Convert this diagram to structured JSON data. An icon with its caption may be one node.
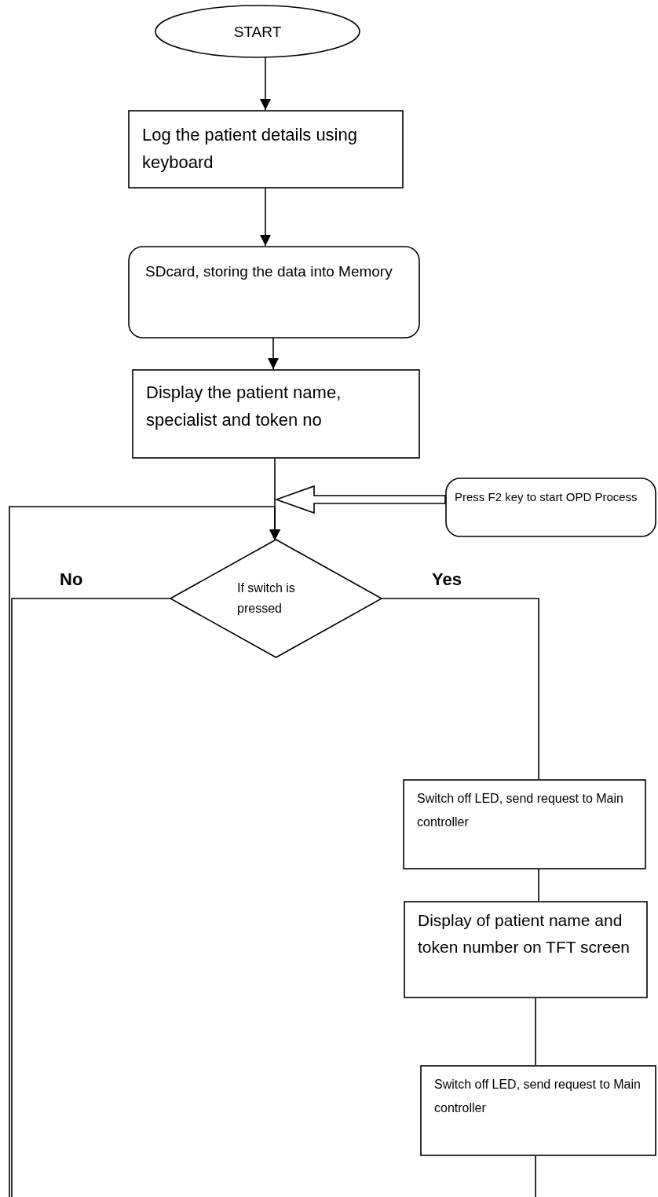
{
  "diagram": {
    "nodes": [
      {
        "text": [
          "START"
        ]
      },
      {
        "text": [
          "Log the patient details using keyboard"
        ]
      },
      {
        "text": [
          "SDcard, storing the data into Memory"
        ]
      },
      {
        "text": [
          "Display the patient name, specialist and token no"
        ]
      },
      {
        "text": [
          "Press F2 key to start OPD Process"
        ]
      },
      {
        "text": [
          "If switch is pressed"
        ]
      },
      {
        "text": [
          "Switch off LED, send request to Main controller"
        ]
      },
      {
        "text": [
          "Display of patient name and token number on TFT screen"
        ]
      },
      {
        "text": [
          "Switch off LED, send request to Main controller"
        ]
      }
    ],
    "edges": [
      {
        "from": 0,
        "to": 1,
        "arrow": "to"
      },
      {
        "from": 1,
        "to": 2,
        "arrow": "to"
      },
      {
        "from": 2,
        "to": 3,
        "arrow": "to"
      },
      {
        "from": 3,
        "to": 5,
        "arrow": "to"
      },
      {
        "from": 4,
        "to": null,
        "arrow": "to",
        "style": "thick"
      },
      {
        "from": null,
        "to": 5,
        "arrow": "to"
      },
      {
        "from": 5,
        "to": 6,
        "arrow": "none",
        "label": "Yes"
      },
      {
        "from": 5,
        "to": null,
        "arrow": "none",
        "label": "No"
      },
      {
        "from": 6,
        "to": 7,
        "arrow": "none"
      },
      {
        "from": 7,
        "to": 8,
        "arrow": "none"
      },
      {
        "from": 8,
        "to": null,
        "arrow": "none"
      }
    ]
  }
}
